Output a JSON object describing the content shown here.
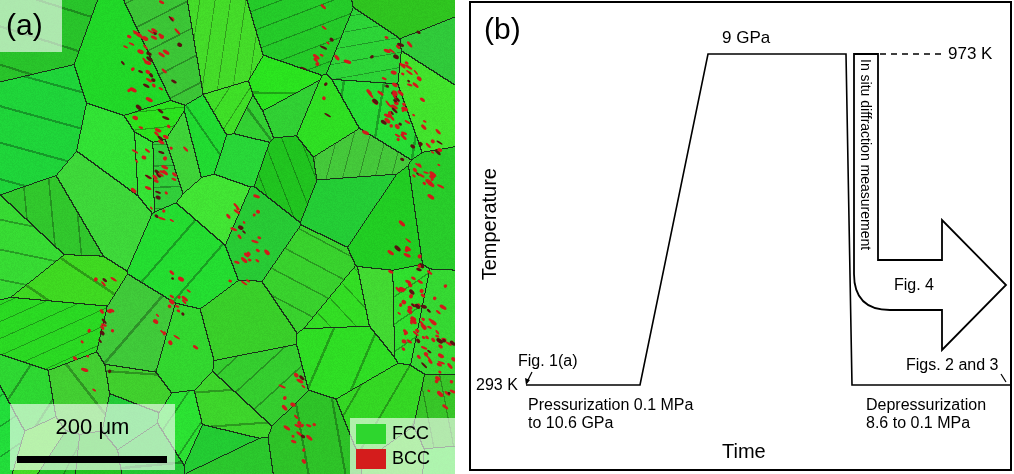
{
  "diagram": {
    "nodes": [
      {
        "text": [
          "In situ diffraction measurement",
          "Fig. 4"
        ]
      }
    ],
    "labels": [
      "(a)",
      "200 μm",
      "(b)",
      "9 GPa",
      "973 K",
      "Temperature",
      "Fig. 1(a)",
      "293 K",
      "Pressurization 0.1 MPa to 10.6 GPa",
      "Depressurization 8.6 to 0.1 MPa",
      "Figs. 2 and 3",
      "Time"
    ],
    "legend": [
      {
        "text": "FCC",
        "color": "#2ed62e"
      },
      {
        "text": "BCC",
        "color": "#d41c1c"
      }
    ]
  }
}
